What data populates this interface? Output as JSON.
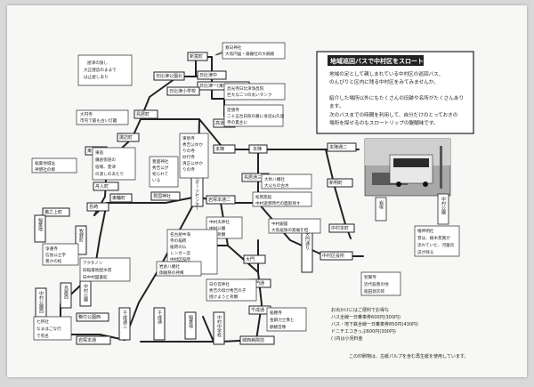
{
  "panel": {
    "title": "地域巡回バスで中村区をスロートリップ",
    "body": [
      "地域の足として親しまれている中村区の巡回バス、",
      "のんびりと区内に残る中村区をみてみませんか。",
      "",
      "紹介した場所以外にもたくさんの旧跡や名所がたくさんあり",
      "ます。",
      "次のバスまでの時間を利用して、自分だけのとっておきの",
      "場所を探せるのもスロートリップの醍醐味です。"
    ]
  },
  "stations": {
    "shinkanmachi": "新富町",
    "hibitsu_kita": "日比津公園北",
    "hibitsu_naka": "日比津中",
    "hibitsu_ichi": "日比津一(東行きのみ)",
    "hibitsu_sho": "日比津小学校",
    "torii": "鳥居町",
    "takamichi": "高道町",
    "nakanaka": "中村中学校",
    "suwa": "諏訪町",
    "higashi_koen": "東公園",
    "inoue": "猪之上町",
    "kamohashi": "島崎",
    "tokyo": "東輪町",
    "funeshiki": "舟入町",
    "morimachi": "本陣",
    "higashijin": "本陣通二",
    "toyokuni": "豊国神社",
    "nakamura_park": "中村スポーツセンター",
    "kamohashi2": "鳥居通三",
    "okamura": "岩塚本通二",
    "iwatsuka_eki": "岩塚",
    "shinmei": "新明町",
    "oishi": "大門通り",
    "ohashi": "中村区役所",
    "ooshima": "大門",
    "chikaiten": "千成通",
    "ueno": "城西病院前",
    "shimizu": "稲葉地",
    "noriba": "牧野町",
    "sugiji": "鴨付公園西",
    "kanaya": "中村公園西",
    "kanayamae": "岩塚本通",
    "heian": "鳥居西",
    "nakamura_koen": "中村公園",
    "rokucho": "千成通三",
    "kitamachi": "大門通",
    "kome": "中村本町"
  },
  "callouts": [
    {
      "key": "c_shinmei",
      "lines": [
        "春日神社",
        "大鳥円居・鍬鋤社の大楠楠"
      ]
    },
    {
      "key": "c_toyoda",
      "lines": [
        "昌光寺日比津浄昌院",
        "巨大な二つの丸いタンク"
      ]
    },
    {
      "key": "c_heisei",
      "lines": [
        "定徳寺",
        "二十五台日照の墓に身延山久遠",
        "寺の貫主に"
      ]
    },
    {
      "key": "c_shouten",
      "lines": [
        "屋津の旗し",
        "大正建造のままで",
        "は止屋しあり"
      ]
    },
    {
      "key": "c_okazaki",
      "lines": [
        "大円寺",
        "市内で最も古い灯籠"
      ]
    },
    {
      "key": "c_nishi",
      "lines": [
        "稲葉地城址",
        "神明社の柳"
      ]
    },
    {
      "key": "c_kasuga",
      "lines": [
        "東暁寺",
        "秀吉公ゆか",
        "りの寺",
        "妙行寺",
        "清正公ゆか",
        "りの寺"
      ]
    },
    {
      "key": "c_toyoda2",
      "lines": [
        "豊国神社",
        "秀吉公が",
        "祀られて",
        "いる"
      ]
    },
    {
      "key": "c_shimada",
      "lines": [
        "東宿",
        "鎌倉街道の",
        "宿場、萱津",
        "の渡しのあたり"
      ]
    },
    {
      "key": "c_kuroda",
      "lines": [
        "大秋八幡社",
        "大公ちの古木"
      ]
    },
    {
      "key": "c_matsuda",
      "lines": [
        "松岡旅館",
        "中村遊郭時代の面影残す"
      ]
    },
    {
      "key": "c_chikai",
      "lines": [
        "中村天神社",
        "中村公園",
        "合格祈願"
      ]
    },
    {
      "key": "c_maruyama",
      "lines": [
        "中村銀座",
        "大鳥居旗の発展を担"
      ]
    },
    {
      "key": "c_meikyo",
      "lines": [
        "名古屋中海",
        "寺の稲荷",
        "稲荷の仏",
        "レンガー造",
        "中村区役所",
        "明治"
      ]
    },
    {
      "key": "c_kita",
      "lines": [
        "日の宮神社",
        "秀吉の母が秀吉の子",
        "授けようと祈願"
      ]
    },
    {
      "key": "c_mori",
      "lines": [
        "岩倉八幡社",
        "御鍬祭の神輿"
      ]
    },
    {
      "key": "c_fujie",
      "lines": [
        "浄蓮寺",
        "信長公之字",
        "豊かの松"
      ]
    },
    {
      "key": "c_ato",
      "lines": [
        "アクタノン",
        "旧稲葉地配水塔",
        "旧中村図書館"
      ]
    },
    {
      "key": "c_shichi",
      "lines": [
        "七所社",
        "なまはごな行",
        "で有名"
      ]
    },
    {
      "key": "c_hirano",
      "lines": [
        "稲穂寺",
        "金鋼力士像と",
        "額観音像"
      ]
    },
    {
      "key": "c_shouin",
      "lines": [
        "智賢寺",
        "近代殺害の地",
        "稲田源次郎"
      ]
    },
    {
      "key": "c_ebisu",
      "lines": [
        "椿神明社",
        "昔は、樹木苑風が",
        "流れていた、河童伝",
        "説が残る"
      ]
    }
  ],
  "photo_labels": [
    "岩塚",
    "中村公園"
  ],
  "footer": {
    "fare_lines": [
      "お出かけにはご便利でお得な",
      "バス全線一日乗車券600円(300円)",
      "バス・地下鉄全線一日乗車券850円(430円)",
      "ドニチエコきっぷ600円(300円)",
      "( )内は小児料金"
    ],
    "note": "この印刷物は、古紙パルプを含む再生紙を使用しています。"
  }
}
